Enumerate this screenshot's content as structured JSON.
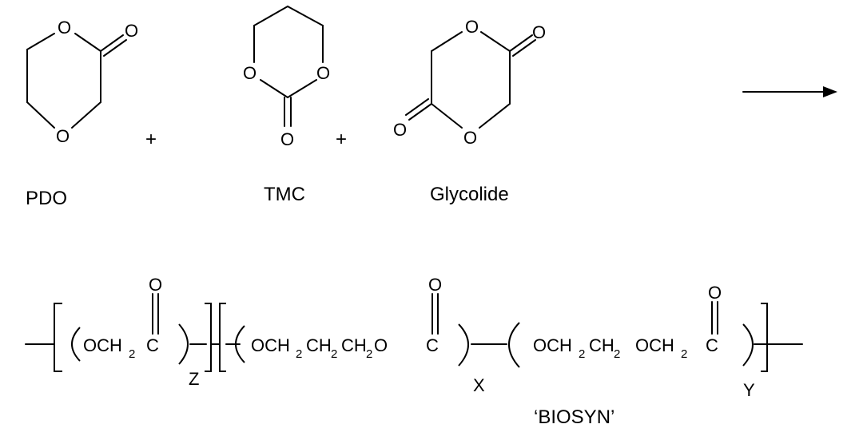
{
  "reactants": {
    "pdo": {
      "label": "PDO",
      "ring_oxygen_top": "O",
      "ring_oxygen_bottom": "O",
      "carbonyl_oxygen": "O"
    },
    "tmc": {
      "label": "TMC",
      "ring_oxygen_left": "O",
      "ring_oxygen_right": "O",
      "carbonyl_oxygen": "O"
    },
    "glycolide": {
      "label": "Glycolide",
      "ring_oxygen_top": "O",
      "ring_oxygen_bottom": "O",
      "carbonyl_oxygen_top": "O",
      "carbonyl_oxygen_bottom": "O"
    },
    "plus_1": "+",
    "plus_2": "+"
  },
  "reaction_arrow": "right-arrow",
  "product": {
    "name": "‘BIOSYN’",
    "unit_z": {
      "text": "OCH",
      "sub": "2",
      "carbonyl_c": "C",
      "carbonyl_o": "O",
      "index": "Z"
    },
    "unit_x": {
      "text_1": "OCH",
      "sub_1": "2",
      "text_2": "CH",
      "sub_2": "2",
      "text_3": "CH",
      "sub_3": "2",
      "text_4": "O",
      "carbonyl_c": "C",
      "carbonyl_o": "O",
      "index": "X"
    },
    "unit_y": {
      "text_1": "OCH",
      "sub_1": "2",
      "text_2": "CH",
      "sub_2": "2",
      "text_3": "OCH",
      "sub_3": "2",
      "carbonyl_c": "C",
      "carbonyl_o": "O",
      "index": "Y"
    }
  }
}
